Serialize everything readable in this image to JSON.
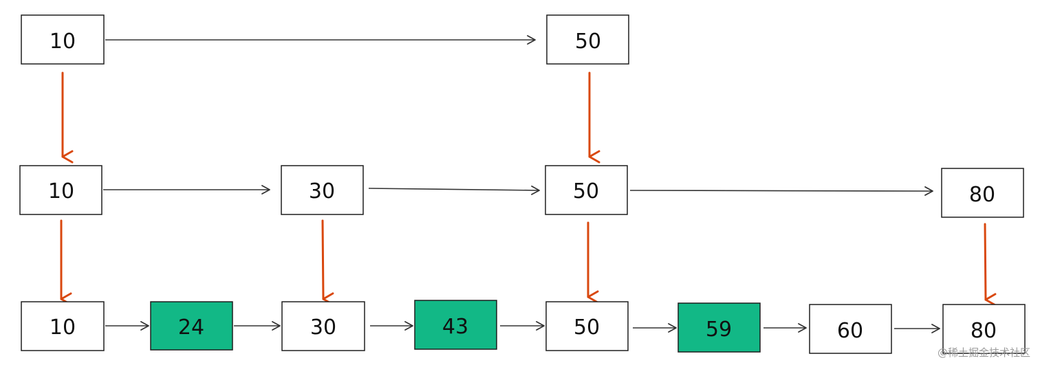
{
  "diagram": {
    "levels": [
      {
        "level": "top",
        "nodes": [
          "10",
          "50"
        ]
      },
      {
        "level": "middle",
        "nodes": [
          "10",
          "30",
          "50",
          "80"
        ]
      },
      {
        "level": "bottom",
        "nodes": [
          "10",
          "24",
          "30",
          "43",
          "50",
          "59",
          "60",
          "80"
        ]
      }
    ],
    "highlighted_nodes": [
      "24",
      "43",
      "59"
    ]
  },
  "colors": {
    "node_fill": "#ffffff",
    "node_stroke": "#1e1e1e",
    "highlight_fill": "#12b886",
    "horizontal_arrow": "#333333",
    "down_arrow": "#d9480f",
    "text": "#111111"
  },
  "watermark": "@稀土掘金技术社区"
}
